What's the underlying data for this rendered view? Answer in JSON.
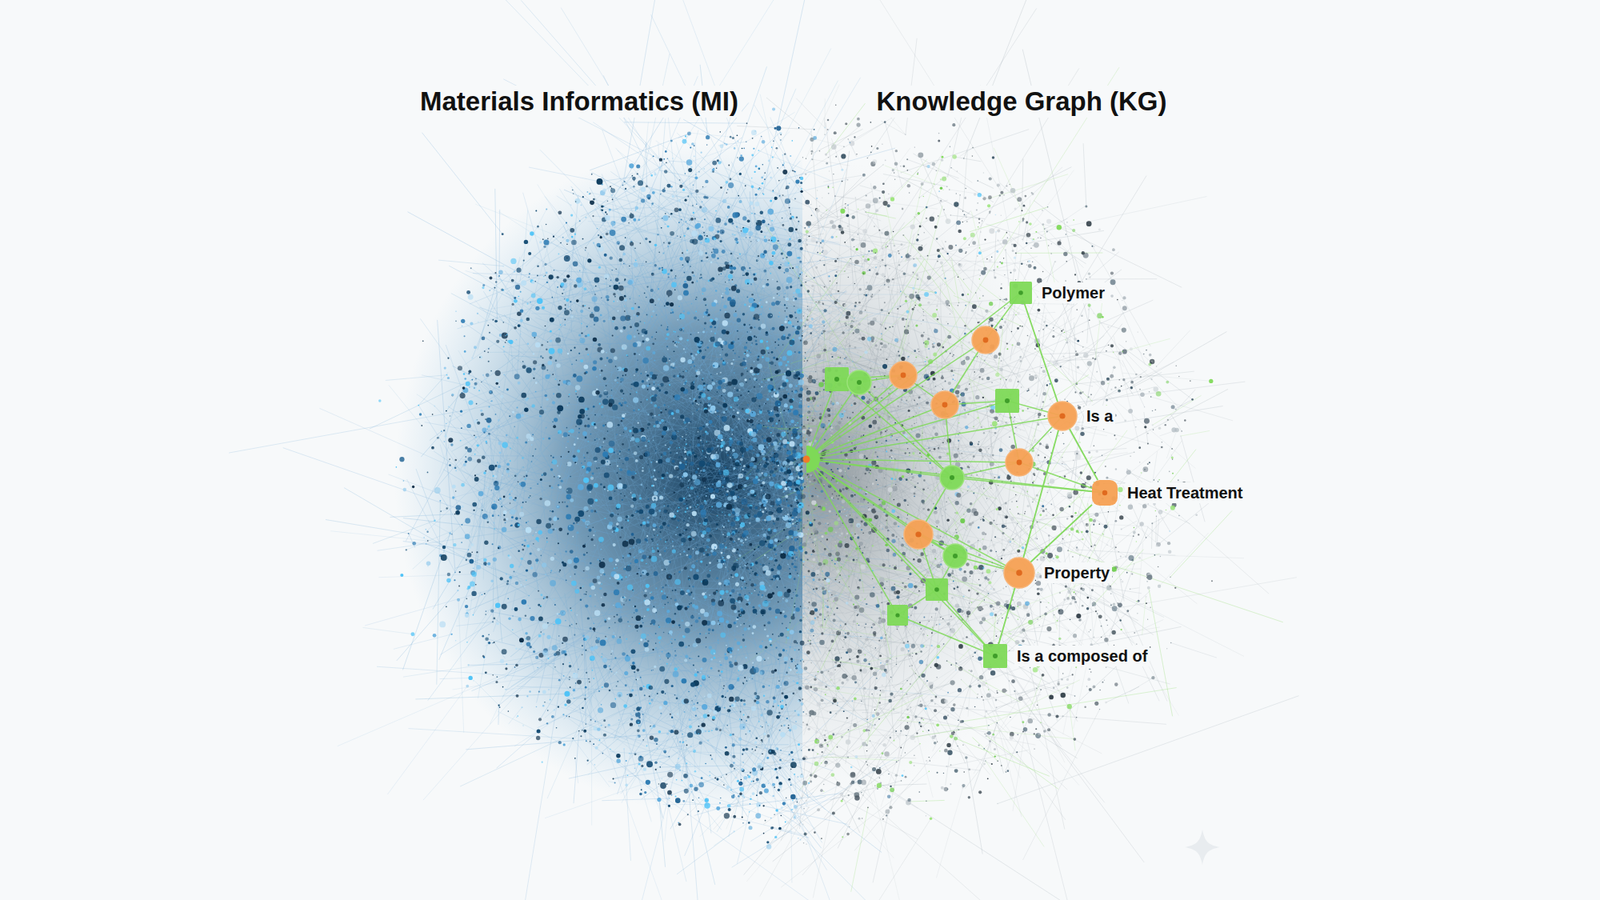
{
  "diagram": {
    "nodes": [
      {
        "text": [
          "Polymer"
        ]
      },
      {
        "text": [
          "Is a"
        ]
      },
      {
        "text": [
          "Heat Treatment"
        ]
      },
      {
        "text": [
          "Property"
        ]
      },
      {
        "text": [
          "Is a composed of"
        ]
      }
    ],
    "edges": [
      {
        "from": 0,
        "to": 1,
        "arrow": "none"
      },
      {
        "from": 1,
        "to": 2,
        "arrow": "none"
      },
      {
        "from": 2,
        "to": 3,
        "arrow": "none"
      },
      {
        "from": 3,
        "to": 4,
        "arrow": "none"
      },
      {
        "from": 1,
        "to": 3,
        "arrow": "none"
      }
    ],
    "labels": [
      "Materials Informatics (MI)",
      "Knowledge Graph (KG)"
    ]
  }
}
